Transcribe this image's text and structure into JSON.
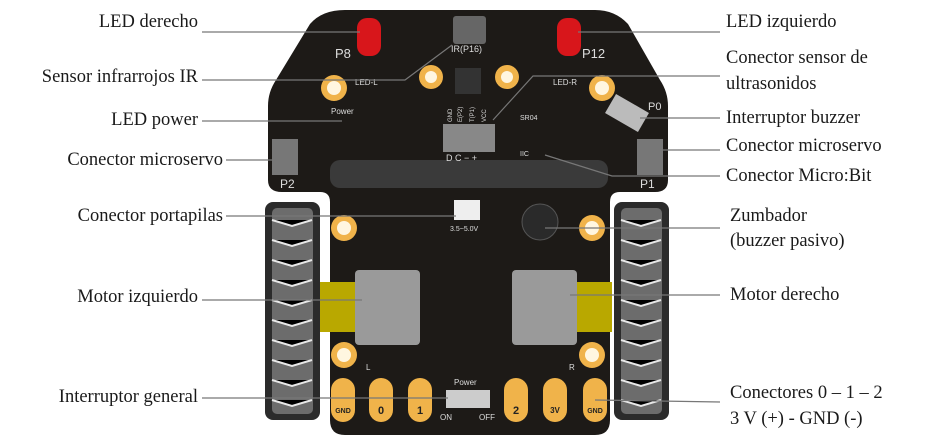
{
  "labels_left": {
    "led_right": "LED derecho",
    "ir_sensor": "Sensor infrarrojos IR",
    "led_power": "LED power",
    "servo_left": "Conector microservo",
    "battery": "Conector portapilas",
    "motor_left": "Motor izquierdo",
    "main_switch": "Interruptor general"
  },
  "labels_right": {
    "led_left": "LED izquierdo",
    "ultrasonic_1": "Conector sensor de",
    "ultrasonic_2": "ultrasonidos",
    "buzzer_switch": "Interruptor buzzer",
    "servo_right": "Conector microservo",
    "microbit": "Conector Micro:Bit",
    "buzzer_1": "Zumbador",
    "buzzer_2": "(buzzer pasivo)",
    "motor_right": "Motor derecho",
    "connectors_1": "Conectores 0 – 1 – 2",
    "connectors_2": "3 V (+) - GND (-)"
  },
  "silkscreen": {
    "p8": "P8",
    "p12": "P12",
    "ir": "IR(P16)",
    "led_l": "LED-L",
    "led_r": "LED-R",
    "power": "Power",
    "sr04": "SR04",
    "iic": "IIC",
    "p0": "P0",
    "p1": "P1",
    "p2": "P2",
    "sr_pins": [
      "GND",
      "E(P2)",
      "T(P1)",
      "VCC"
    ],
    "iic_pins": "D C − +",
    "voltage": "3.5~5.0V",
    "l": "L",
    "r": "R",
    "power_sw": "Power",
    "on": "ON",
    "off": "OFF"
  },
  "pads": [
    "GND",
    "0",
    "1",
    "2",
    "3V",
    "GND"
  ]
}
